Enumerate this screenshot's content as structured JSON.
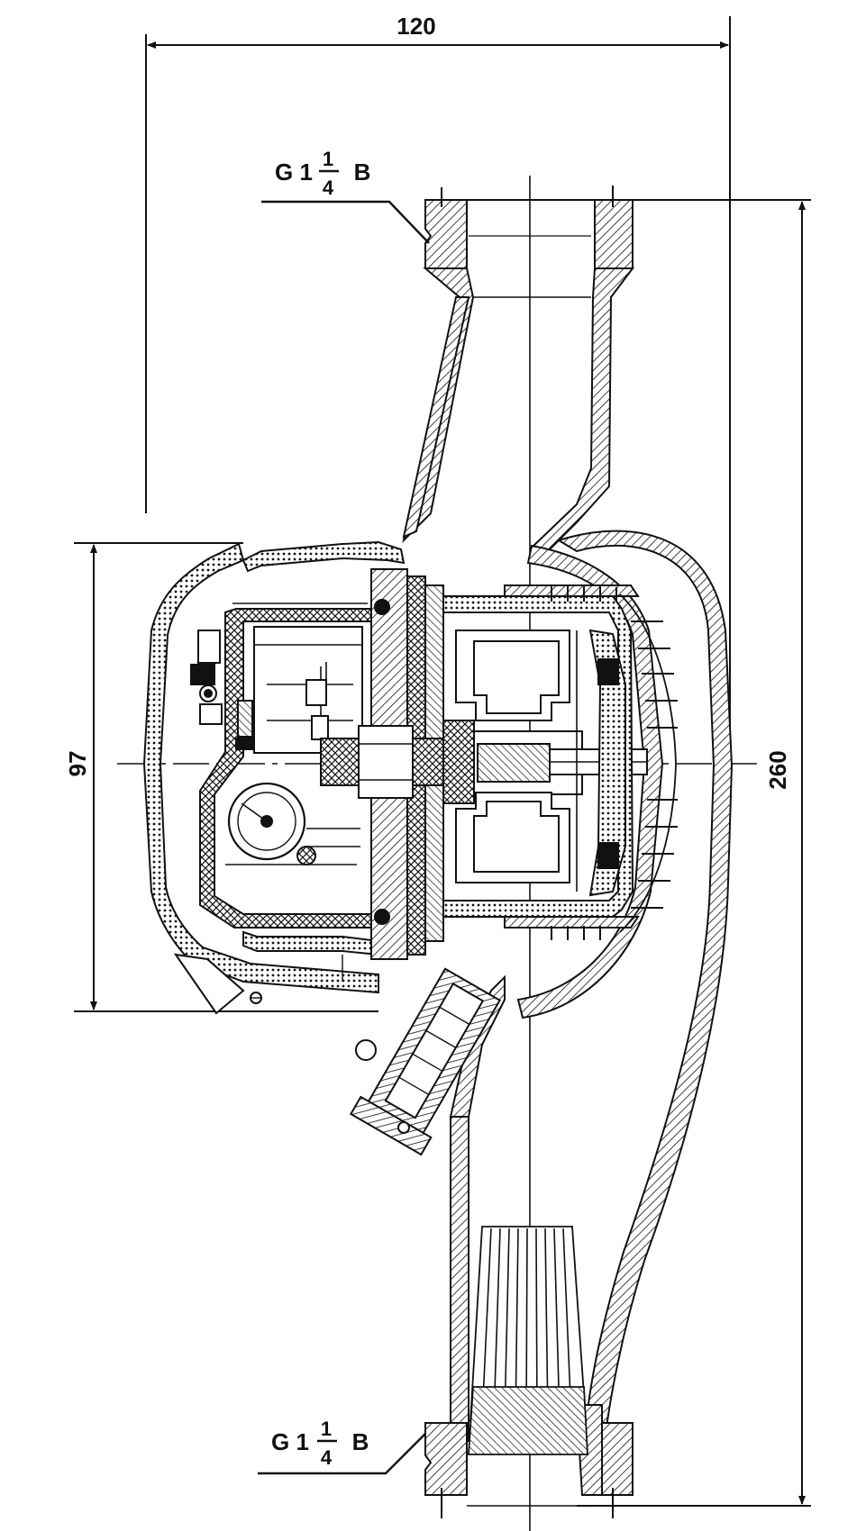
{
  "drawing": {
    "dimensions": {
      "width": "120",
      "total_length": "260",
      "register_height": "97"
    },
    "threads": {
      "top": {
        "prefix": "G 1",
        "numerator": "1",
        "denominator": "4",
        "suffix": "B"
      },
      "bottom": {
        "prefix": "G 1",
        "numerator": "1",
        "denominator": "4",
        "suffix": "B"
      }
    },
    "colors": {
      "line": "#111111",
      "paper": "#ffffff"
    }
  }
}
